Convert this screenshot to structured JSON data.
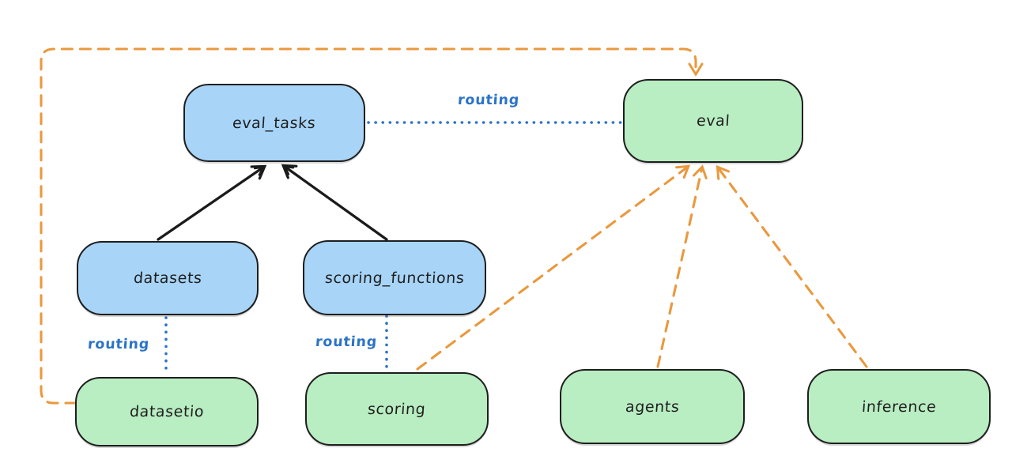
{
  "diagram": {
    "background_color": "#ffffff",
    "colors": {
      "blue_node_fill": "#a7d4f7",
      "green_node_fill": "#b9edc2",
      "node_stroke": "#1e1e1e",
      "routing_blue": "#2b73c8",
      "dependency_orange": "#e9993e",
      "arrow_black": "#1b1b1b"
    },
    "nodes": [
      {
        "id": "eval_tasks",
        "label": "eval_tasks",
        "color": "blue"
      },
      {
        "id": "eval",
        "label": "eval",
        "color": "green"
      },
      {
        "id": "datasets",
        "label": "datasets",
        "color": "blue"
      },
      {
        "id": "scoring_functions",
        "label": "scoring_functions",
        "color": "blue"
      },
      {
        "id": "datasetio",
        "label": "datasetio",
        "color": "green"
      },
      {
        "id": "scoring",
        "label": "scoring",
        "color": "green"
      },
      {
        "id": "agents",
        "label": "agents",
        "color": "green"
      },
      {
        "id": "inference",
        "label": "inference",
        "color": "green"
      }
    ],
    "edges": [
      {
        "from": "datasets",
        "to": "eval_tasks",
        "style": "solid-black-arrow",
        "label": ""
      },
      {
        "from": "scoring_functions",
        "to": "eval_tasks",
        "style": "solid-black-arrow",
        "label": ""
      },
      {
        "from": "eval_tasks",
        "to": "eval",
        "style": "dotted-blue",
        "label": "routing"
      },
      {
        "from": "datasets",
        "to": "datasetio",
        "style": "dotted-blue",
        "label": "routing"
      },
      {
        "from": "scoring_functions",
        "to": "scoring",
        "style": "dotted-blue",
        "label": "routing"
      },
      {
        "from": "datasetio",
        "to": "eval",
        "style": "dashed-orange-arrow",
        "label": ""
      },
      {
        "from": "scoring",
        "to": "eval",
        "style": "dashed-orange-arrow",
        "label": ""
      },
      {
        "from": "agents",
        "to": "eval",
        "style": "dashed-orange-arrow",
        "label": ""
      },
      {
        "from": "inference",
        "to": "eval",
        "style": "dashed-orange-arrow",
        "label": ""
      }
    ]
  }
}
